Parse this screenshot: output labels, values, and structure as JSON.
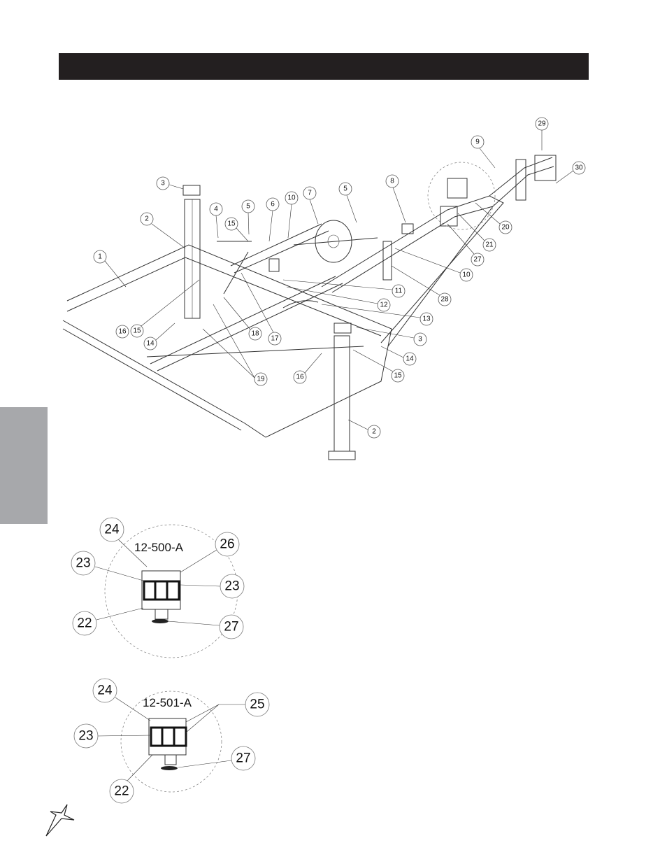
{
  "page": {
    "header_bar_color": "#231f20",
    "side_tab_color": "#a7a8ab"
  },
  "main_diagram": {
    "callouts": [
      "3",
      "2",
      "1",
      "4",
      "5",
      "6",
      "10",
      "7",
      "5",
      "8",
      "9",
      "29",
      "30",
      "15",
      "20",
      "21",
      "27",
      "10",
      "11",
      "28",
      "12",
      "13",
      "3",
      "14",
      "15",
      "16",
      "19",
      "18",
      "17",
      "16",
      "15",
      "14",
      "2"
    ]
  },
  "detail_a": {
    "model": "12-500-A",
    "callouts": [
      "24",
      "26",
      "23",
      "23",
      "22",
      "27"
    ]
  },
  "detail_b": {
    "model": "12-501-A",
    "callouts": [
      "24",
      "25",
      "23",
      "27",
      "22"
    ]
  },
  "logo": {
    "icon": "star-logo-icon"
  }
}
